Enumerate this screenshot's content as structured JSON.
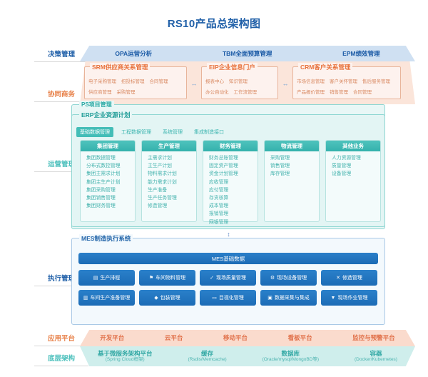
{
  "title": "RS10产品总架构图",
  "rail": [
    {
      "label": "决策管理",
      "color": "#1f5fa8"
    },
    {
      "label": "协同商务",
      "color": "#e8834c"
    },
    {
      "label": "运营管理",
      "color": "#4cc0bc"
    },
    {
      "label": "执行管理",
      "color": "#1f5fa8"
    },
    {
      "label": "应用平台",
      "color": "#e8834c"
    },
    {
      "label": "底层架构",
      "color": "#4cc0bc"
    }
  ],
  "decision": {
    "items": [
      "OPA运营分析",
      "TBM全面预算管理",
      "EPM绩效管理"
    ]
  },
  "collaboration": {
    "boxes": [
      {
        "title": "SRM供应商关系管理",
        "items": [
          "电子采购管理",
          "招投标管理",
          "合同管理",
          "供应商管理",
          "采购管理"
        ]
      },
      {
        "title": "EIP企业信息门户",
        "items": [
          "报表中心",
          "知识管理",
          "办公自动化",
          "工作流管理"
        ]
      },
      {
        "title": "CRM客户关系管理",
        "items": [
          "市场信息管理",
          "客户关怀管理",
          "售后服务管理",
          "产品报价管理",
          "销售管理",
          "合同管理"
        ]
      }
    ],
    "arrow": "↔"
  },
  "operation": {
    "ps_title": "PS项目管理",
    "erp_title": "ERP企业资源计划",
    "tabs": [
      {
        "label": "基础数据管理",
        "active": true
      },
      {
        "label": "工程数据管理",
        "active": false
      },
      {
        "label": "系统管理",
        "active": false
      },
      {
        "label": "集成制造接口",
        "active": false
      }
    ],
    "columns": [
      {
        "head": "集团管理",
        "items": [
          "集团数据管理",
          "分布式数控管理",
          "集团主需求计划",
          "集团主生产计划",
          "集团采购管理",
          "集团销售管理",
          "集团财务管理"
        ]
      },
      {
        "head": "生产管理",
        "items": [
          "主需求计划",
          "主生产计划",
          "物料需求计划",
          "能力需求计划",
          "生产准备",
          "生产任务管理",
          "修造管理"
        ]
      },
      {
        "head": "财务管理",
        "items": [
          "财务总账管理",
          "固定资产管理",
          "资金计划管理",
          "应收管理",
          "应付管理",
          "存货核算",
          "成本管理",
          "报销管理",
          "网银管理"
        ]
      },
      {
        "head": "物流管理",
        "items": [
          "采购管理",
          "销售管理",
          "库存管理"
        ]
      },
      {
        "head": "其他业务",
        "items": [
          "人力资源管理",
          "质量管理",
          "设备管理"
        ]
      }
    ]
  },
  "mes": {
    "title": "MES制造执行系统",
    "base_bar": "MES基础数据",
    "buttons": [
      {
        "label": "生产排程",
        "icon": "calendar-icon",
        "glyph": "▤"
      },
      {
        "label": "车间物料管理",
        "icon": "material-icon",
        "glyph": "⚑"
      },
      {
        "label": "现场质量管理",
        "icon": "quality-icon",
        "glyph": "✓"
      },
      {
        "label": "现场设备管理",
        "icon": "equipment-icon",
        "glyph": "⚙"
      },
      {
        "label": "修造管理",
        "icon": "tools-icon",
        "glyph": "✕"
      },
      {
        "label": "车间生产准备管理",
        "icon": "prepare-icon",
        "glyph": "▥"
      },
      {
        "label": "包装管理",
        "icon": "package-icon",
        "glyph": "◆"
      },
      {
        "label": "目视化管理",
        "icon": "monitor-icon",
        "glyph": "▭"
      },
      {
        "label": "数据采集与集成",
        "icon": "database-icon",
        "glyph": "▣"
      },
      {
        "label": "现场作业管理",
        "icon": "worker-icon",
        "glyph": "▼"
      }
    ],
    "arrow": "↕"
  },
  "app_platform": {
    "items": [
      "开发平台",
      "云平台",
      "移动平台",
      "看板平台",
      "监控与预警平台"
    ]
  },
  "infrastructure": {
    "items": [
      {
        "label": "基于微服务架构平台",
        "sub": "(Spring Cloud框架)"
      },
      {
        "label": "缓存",
        "sub": "(Rsdis/Memcache)"
      },
      {
        "label": "数据库",
        "sub": "(Oracle/mysql/MongoBD等)"
      },
      {
        "label": "容器",
        "sub": "(Docker/Kubernetes)"
      }
    ]
  }
}
